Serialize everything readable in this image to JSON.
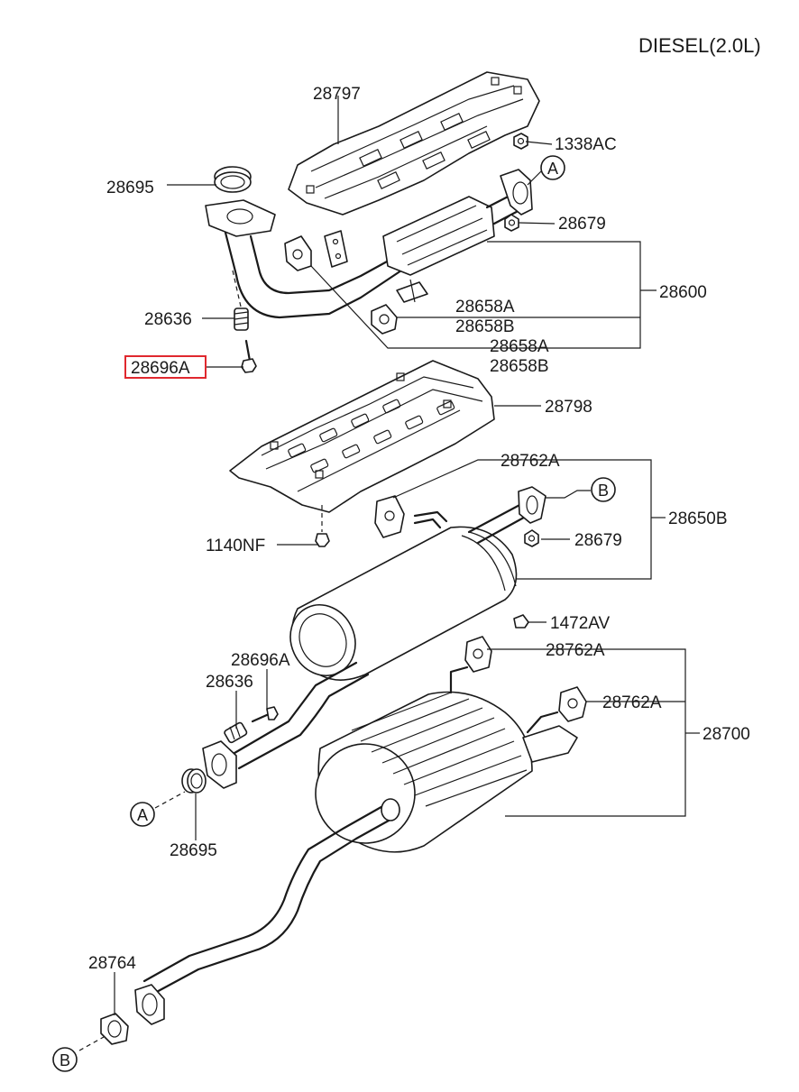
{
  "title": "DIESEL(2.0L)",
  "labels": {
    "p28797": "28797",
    "p1338AC": "1338AC",
    "p28695_top": "28695",
    "p28679_top": "28679",
    "p28600": "28600",
    "p28658A_1": "28658A",
    "p28658B_1": "28658B",
    "p28636_top": "28636",
    "p28658A_2": "28658A",
    "p28658B_2": "28658B",
    "p28696A_top": "28696A",
    "p28798": "28798",
    "p28762A_1": "28762A",
    "p28650B": "28650B",
    "p28679_mid": "28679",
    "p1140NF": "1140NF",
    "p1472AV": "1472AV",
    "p28762A_2": "28762A",
    "p28696A_mid": "28696A",
    "p28636_mid": "28636",
    "p28762A_3": "28762A",
    "p28700": "28700",
    "p28695_bot": "28695",
    "p28764": "28764"
  },
  "ref_markers": {
    "a_top": "A",
    "b_top": "B",
    "a_bot": "A",
    "b_bot": "B"
  },
  "highlight": {
    "part": "28696A",
    "color": "#e0282e"
  }
}
